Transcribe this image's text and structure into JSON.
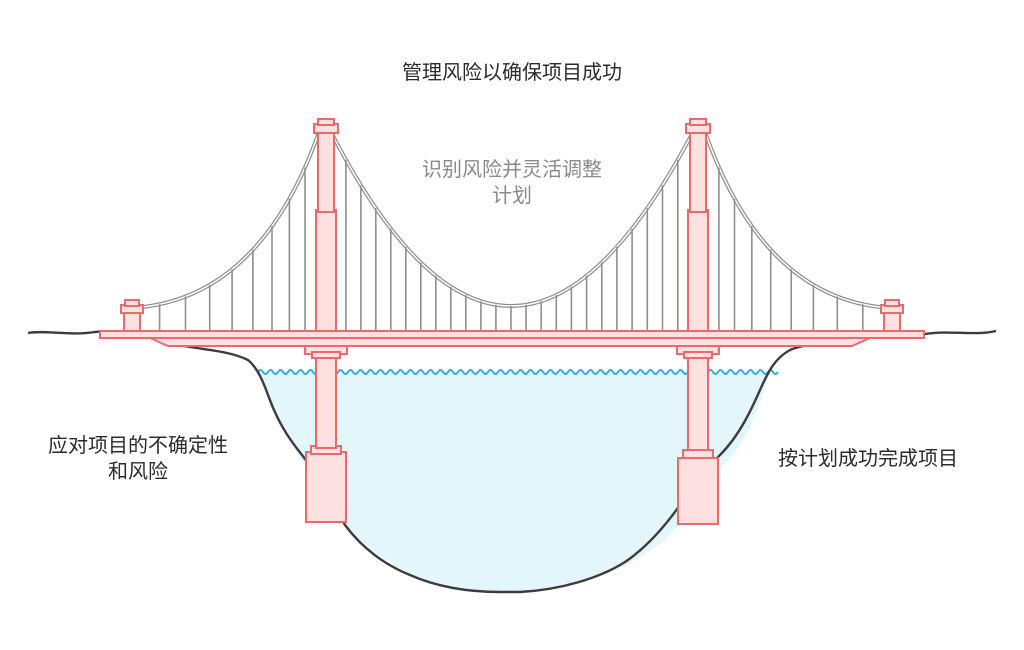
{
  "labels": {
    "title": "管理风险以确保项目成功",
    "middle_line1": "识别风险并灵活调整",
    "middle_line2": "计划",
    "left_line1": "应对项目的不确定性",
    "left_line2": "和风险",
    "right": "按计划成功完成项目"
  },
  "colors": {
    "tower_fill": "#fde0e0",
    "tower_stroke": "#e86a6a",
    "cable": "#8f8f8f",
    "water_fill": "#e3f6fc",
    "wave": "#35aee0",
    "ground_line": "#3c3c3c"
  }
}
